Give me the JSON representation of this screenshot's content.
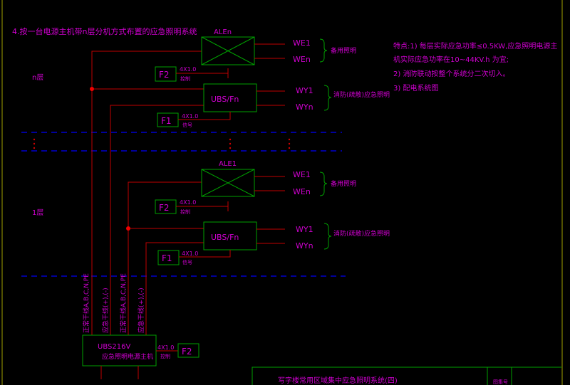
{
  "title": "4.按一台电源主机带n层分机方式布置的应急照明系统",
  "floors": {
    "top": "n层",
    "bottom": "1层"
  },
  "top": {
    "ale": "ALEn",
    "ubs": "UBS/Fn",
    "f2": "F2",
    "f1": "F1",
    "cable1": "4X1.0",
    "cable1_sub": "控制",
    "cable2": "4X1.0",
    "cable2_sub": "信号",
    "we1": "WE1",
    "wen": "WEn",
    "wy1": "WY1",
    "wyn": "WYn",
    "standby": "备用照明",
    "evac": "消防(疏散)应急照明"
  },
  "bottom": {
    "ale": "ALE1",
    "ubs": "UBS/Fn",
    "f2": "F2",
    "f1": "F1",
    "cable1": "4X1.0",
    "cable1_sub": "控制",
    "cable2": "4X1.0",
    "cable2_sub": "信号",
    "we1": "WE1",
    "wen": "WEn",
    "wy1": "WY1",
    "wyn": "WYn",
    "standby": "备用照明",
    "evac": "消防(疏散)应急照明"
  },
  "trunks": [
    "正常干线A,B,C,N,PE",
    "应急干线(+),(-)",
    "正常干线A,B,C,N,PE",
    "应急干线(+),(-)"
  ],
  "host": {
    "model": "UBS216V",
    "name": "应急照明电源主机",
    "cable": "4X1.0",
    "cable_sub": "控制",
    "f2": "F2"
  },
  "notes": [
    "特点:1) 每层实际应急功率≤0.5KW,应急照明电源主",
    "机实际应急功率在10~44KV.h 为宜;",
    "2) 消防联动按整个系统分二次切入。",
    "3) 配电系统图"
  ],
  "title_block": {
    "drawing_title": "写字楼常用区域集中应急照明系统(四)",
    "atlas_no_label": "图集号"
  },
  "colors": {
    "background": "#000000",
    "text": "#d000d0",
    "wire": "#c00000",
    "box": "#00a000",
    "floor_line": "#0000d0",
    "border": "#a0a000"
  }
}
